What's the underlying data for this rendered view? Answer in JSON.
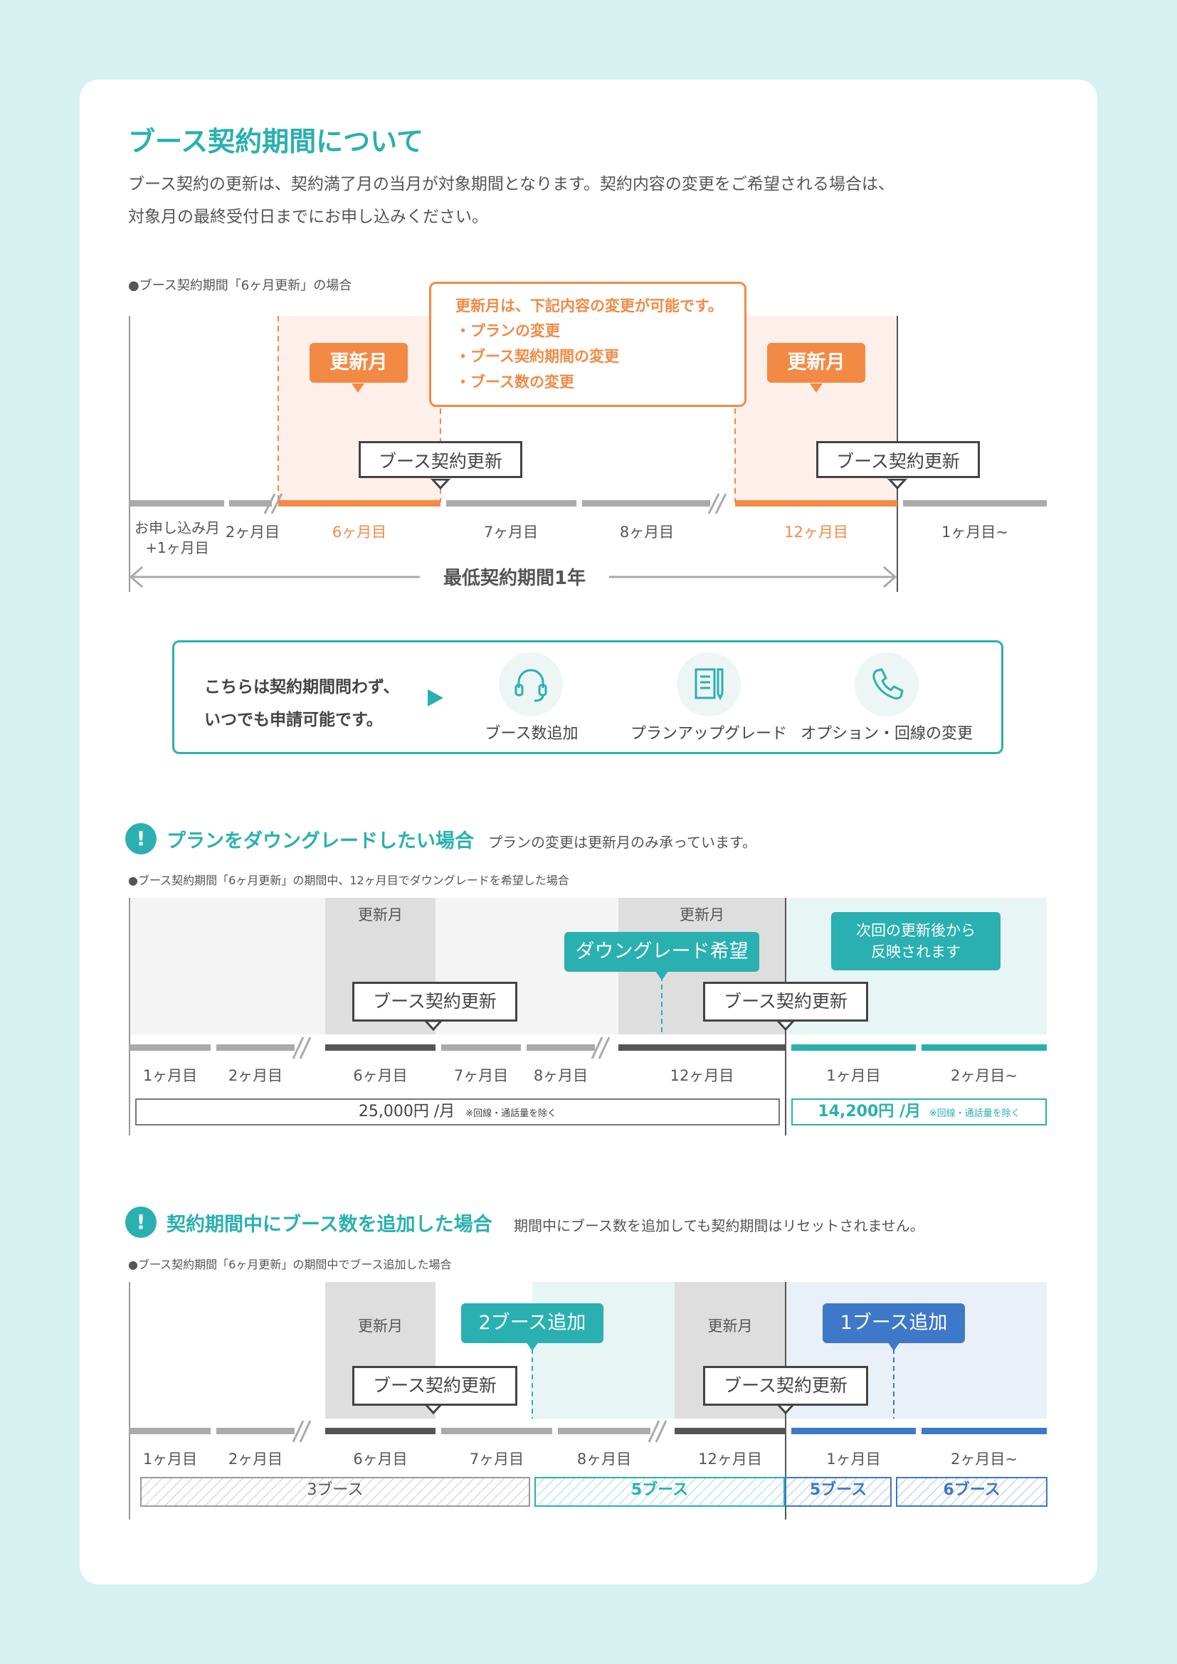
{
  "header": {
    "title": "ブース契約期間について",
    "intro_line1": "ブース契約の更新は、契約満了月の当月が対象期間となります。契約内容の変更をご希望される場合は、",
    "intro_line2": "対象月の最終受付日までにお申し込みください。"
  },
  "diagram1": {
    "caption": "●ブース契約期間「6ヶ月更新」の場合",
    "callout_title": "更新月は、下記内容の変更が可能です。",
    "callout_items": [
      "・プランの変更",
      "・ブース契約期間の変更",
      "・ブース数の変更"
    ],
    "renewal_month_tag": "更新月",
    "renewal_box": "ブース契約更新",
    "ticks": {
      "t0a": "お申し込み月",
      "t0b": "+1ヶ月目",
      "t2": "2ヶ月目",
      "t6": "6ヶ月目",
      "t7": "7ヶ月目",
      "t8": "8ヶ月目",
      "t12": "12ヶ月目",
      "t1n": "1ヶ月目~"
    },
    "min_period": "最低契約期間1年",
    "colors": {
      "orange": "#f28a45",
      "orange_bg": "#fdf0ea",
      "gray": "#aaaaaa"
    }
  },
  "info_box": {
    "line1": "こちらは契約期間問わず、",
    "line2": "いつでも申請可能です。",
    "items": [
      {
        "label": "ブース数追加",
        "icon": "headset-icon"
      },
      {
        "label": "プランアップグレード",
        "icon": "document-pen-icon"
      },
      {
        "label": "オプション・回線の変更",
        "icon": "phone-icon"
      }
    ]
  },
  "downgrade": {
    "heading": "プランをダウングレードしたい場合",
    "sub": "プランの変更は更新月のみ承っています。",
    "caption": "●ブース契約期間「6ヶ月更新」の期間中、12ヶ月目でダウングレードを希望した場合",
    "renewal_month": "更新月",
    "request_tag": "ダウングレード希望",
    "reflect_tag_line1": "次回の更新後から",
    "reflect_tag_line2": "反映されます",
    "renewal_box": "ブース契約更新",
    "ticks": [
      "1ヶ月目",
      "2ヶ月目",
      "6ヶ月目",
      "7ヶ月目",
      "8ヶ月目",
      "12ヶ月目",
      "1ヶ月目",
      "2ヶ月目~"
    ],
    "price_old": "25,000円 /月",
    "price_new": "14,200円 /月",
    "price_note": "※回線・通話量を除く"
  },
  "addbooth": {
    "heading": "契約期間中にブース数を追加した場合",
    "sub": "期間中にブース数を追加しても契約期間はリセットされません。",
    "caption": "●ブース契約期間「6ヶ月更新」の期間中でブース追加した場合",
    "renewal_month": "更新月",
    "add2_tag": "2ブース追加",
    "add1_tag": "1ブース追加",
    "renewal_box": "ブース契約更新",
    "ticks": [
      "1ヶ月目",
      "2ヶ月目",
      "6ヶ月目",
      "7ヶ月目",
      "8ヶ月目",
      "12ヶ月目",
      "1ヶ月目",
      "2ヶ月目~"
    ],
    "booths": [
      "3ブース",
      "5ブース",
      "5ブース",
      "6ブース"
    ],
    "colors": {
      "teal": "#2ab0b0",
      "blue": "#3e78c8"
    }
  }
}
